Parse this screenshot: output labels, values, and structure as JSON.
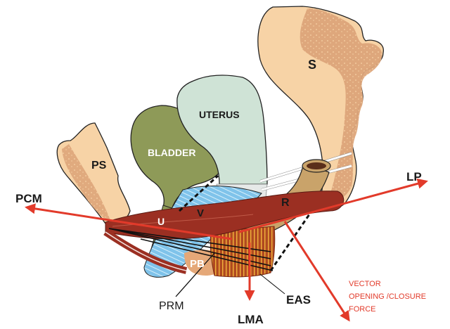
{
  "diagram": {
    "type": "anatomical-illustration",
    "subject": "Female pelvic floor - sagittal view with muscle force vectors",
    "structures": {
      "sacrum": "S",
      "pubic_symphysis": "PS",
      "bladder": "BLADDER",
      "uterus": "UTERUS",
      "vagina": "V",
      "urethra": "U",
      "rectum": "R",
      "perineal_body": "PB"
    },
    "force_vectors": {
      "pcm": "PCM",
      "lp": "LP",
      "lma": "LMA",
      "vector": [
        "VECTOR",
        "OPENING /CLOSURE",
        "FORCE"
      ]
    },
    "pointer_labels": {
      "prm": "PRM",
      "eas": "EAS"
    },
    "colors": {
      "bone": "#f7d3a6",
      "bone_marrow": "#dda57a",
      "bladder": "#8e9a58",
      "uterus": "#cfe3d6",
      "vagina": "#7fc3ea",
      "rectum": "#c9a36a",
      "muscle": "#9b2f22",
      "perineal_body": "#e5a878",
      "eas_fibers": "#e6a63a",
      "vector_red": "#e23a2a",
      "label_dark": "#1a1a1a",
      "label_white": "#ffffff"
    }
  }
}
